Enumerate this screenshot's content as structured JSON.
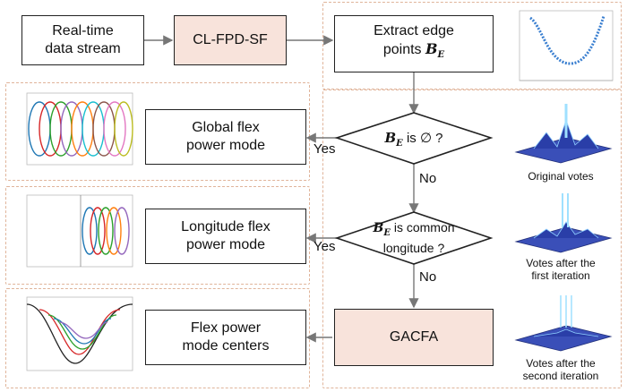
{
  "nodes": {
    "stream": "Real-time\ndata stream",
    "clfpd": "CL-FPD-SF",
    "extract_line1": "Extract edge",
    "extract_line2": "points",
    "global": "Global flex\npower mode",
    "longitude": "Longitude flex\npower mode",
    "centers": "Flex power\nmode centers",
    "gacfa": "GACFA"
  },
  "decisions": {
    "d1_suffix": "is ∅ ?",
    "d2_suffix": "is common",
    "d2_line2": "longitude ?"
  },
  "math": {
    "symbol": "B",
    "subscript": "E"
  },
  "edges": {
    "yes1": "Yes",
    "no1": "No",
    "yes2": "Yes",
    "no2": "No"
  },
  "captions": {
    "original_votes": "Original votes",
    "votes_first": "Votes after the\nfirst iteration",
    "votes_second": "Votes after the\nsecond iteration"
  },
  "colors": {
    "box_fill_highlight": "#f8e3db",
    "dashed_border": "#e0b49a",
    "surface": "#2a3ea8"
  }
}
